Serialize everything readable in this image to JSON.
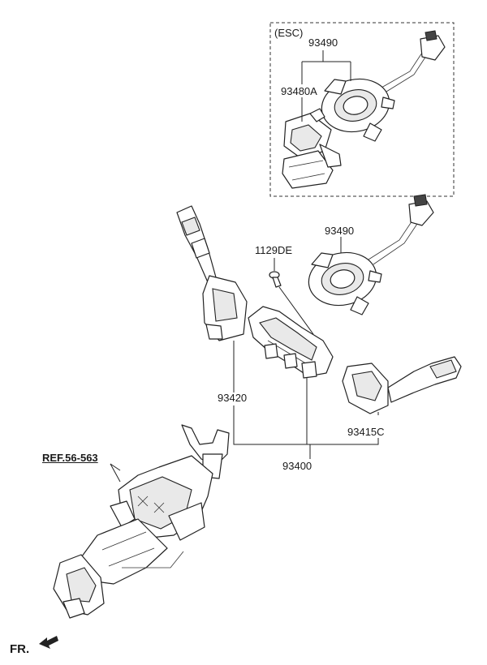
{
  "diagram": {
    "esc_box_label": "(ESC)",
    "labels": {
      "clock_spring_esc": "93490",
      "clock_spring_sensor": "93480A",
      "clock_spring": "93490",
      "screw": "1129DE",
      "light_switch": "93420",
      "wiper_switch": "93415C",
      "switch_assembly": "93400",
      "reference": "REF.56-563",
      "front_marker": "FR."
    }
  }
}
